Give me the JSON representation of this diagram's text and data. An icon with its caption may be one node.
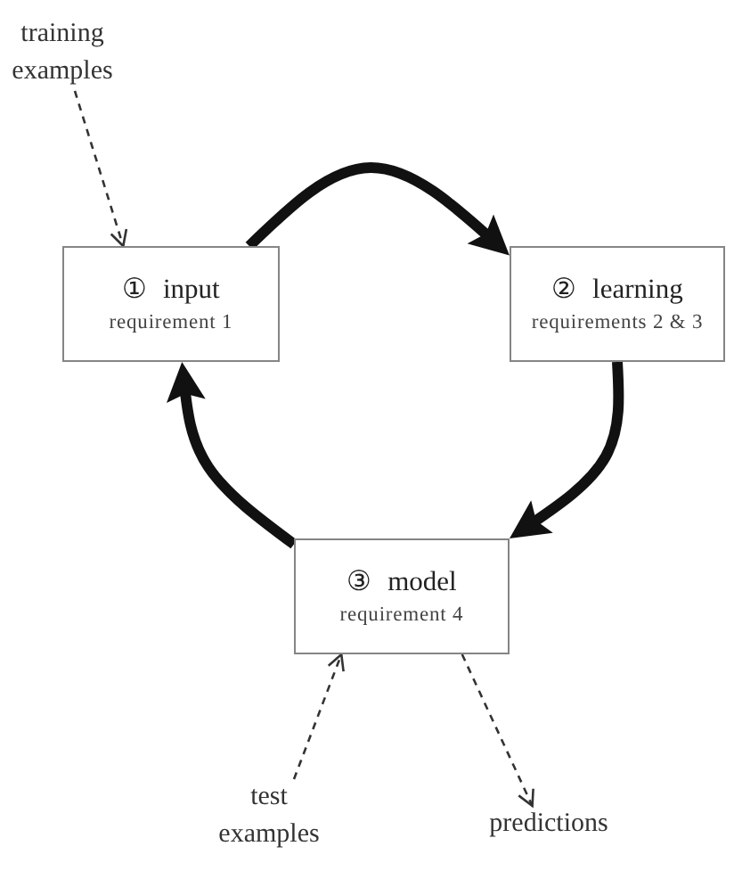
{
  "diagram": {
    "nodes": [
      {
        "text": [
          "training examples"
        ]
      },
      {
        "text": [
          "① input",
          "requirement 1"
        ]
      },
      {
        "text": [
          "② learning",
          "requirements 2 & 3"
        ]
      },
      {
        "text": [
          "③ model",
          "requirement 4"
        ]
      },
      {
        "text": [
          "test examples"
        ]
      },
      {
        "text": [
          "predictions"
        ]
      }
    ],
    "edges": [
      {
        "from": 0,
        "to": 1,
        "arrow": "to",
        "style": "dashed"
      },
      {
        "from": 1,
        "to": 2,
        "arrow": "to",
        "style": "thick"
      },
      {
        "from": 2,
        "to": 3,
        "arrow": "to",
        "style": "thick"
      },
      {
        "from": 3,
        "to": 1,
        "arrow": "to",
        "style": "thick"
      },
      {
        "from": 4,
        "to": 3,
        "arrow": "to",
        "style": "dashed"
      },
      {
        "from": 3,
        "to": 5,
        "arrow": "to",
        "style": "dashed"
      }
    ]
  }
}
